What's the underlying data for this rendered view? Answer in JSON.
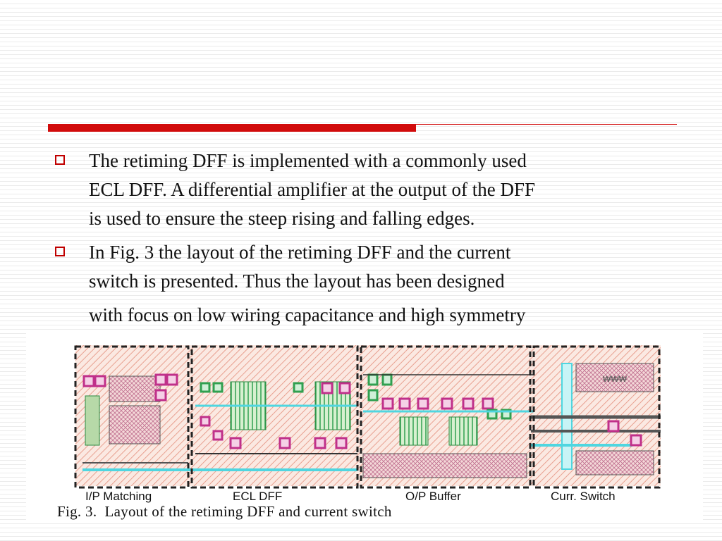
{
  "bullets": [
    {
      "lines": [
        "The retiming DFF is implemented with a commonly used",
        "ECL DFF. A differential amplifier at the output of the DFF",
        "is used to ensure the steep rising and falling edges."
      ]
    },
    {
      "lines": [
        "In Fig. 3 the layout of the retiming DFF and the current",
        "switch is presented. Thus the layout has been designed",
        "with focus on low wiring capacitance and high symmetry"
      ]
    }
  ],
  "figure": {
    "sections": [
      "I/P Matching",
      "ECL DFF",
      "O/P Buffer",
      "Curr. Switch"
    ],
    "block_label": "₩₩₩",
    "caption": "Fig. 3.  Layout of the retiming DFF and current switch"
  },
  "colors": {
    "accent_red": "#d10b0b",
    "bullet_box": "#c00000",
    "layout_hatch": "#e8a090",
    "layout_cyan": "#4fd6e0",
    "layout_magenta": "#c0308a",
    "layout_green": "#30a050"
  }
}
